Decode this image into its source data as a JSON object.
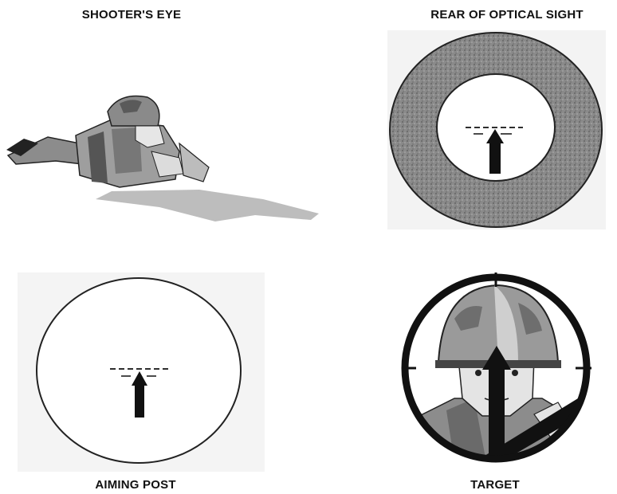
{
  "labels": {
    "shooters_eye": "SHOOTER'S EYE",
    "rear_of_optical_sight": "REAR OF OPTICAL SIGHT",
    "aiming_post": "AIMING POST",
    "target": "TARGET"
  },
  "illustrations": {
    "shooter": "prone-soldier-illustration",
    "rear_sight": "optical-sight-ring-with-reticle",
    "aiming_post": "circle-with-reticle-post",
    "target": "soldier-target-behind-reticle"
  },
  "colors": {
    "ink": "#111111",
    "ring_gray": "#7a7a7a",
    "helmet_gray": "#9a9a9a",
    "panel_bg": "#f2f2f2"
  }
}
